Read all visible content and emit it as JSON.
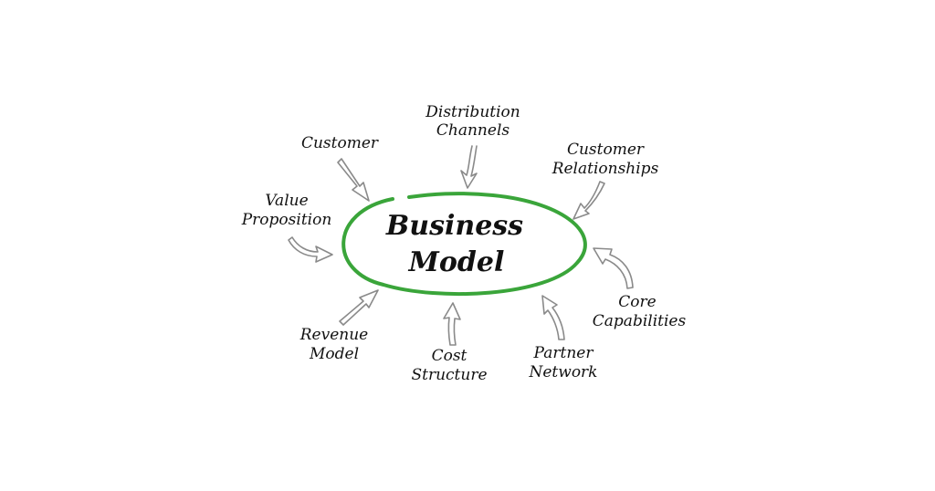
{
  "center": {
    "line1": "Business",
    "line2": "Model",
    "ellipse_color": "#3aa53a"
  },
  "labels": {
    "distribution_line1": "Distribution",
    "distribution_line2": "Channels",
    "customer": "Customer",
    "relationships_line1": "Customer",
    "relationships_line2": "Relationships",
    "value_line1": "Value",
    "value_line2": "Proposition",
    "core_line1": "Core",
    "core_line2": "Capabilities",
    "revenue_line1": "Revenue",
    "revenue_line2": "Model",
    "cost_line1": "Cost",
    "cost_line2": "Structure",
    "partner_line1": "Partner",
    "partner_line2": "Network"
  },
  "arrow_color": "#8a8a8a"
}
